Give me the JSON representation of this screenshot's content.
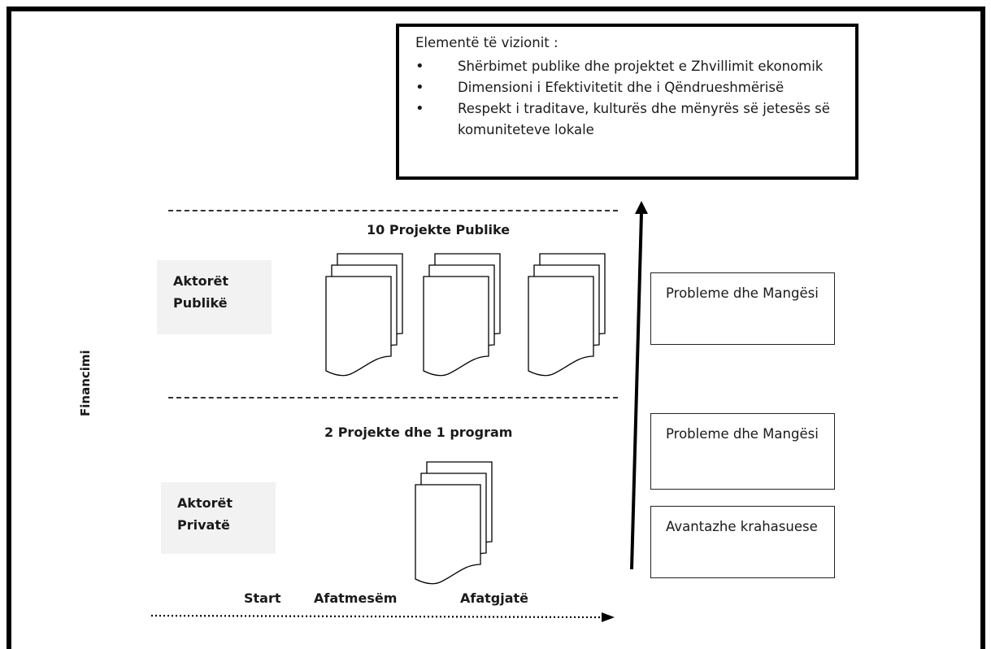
{
  "vision": {
    "title": "Elementë të vizionit :",
    "items": [
      "Shërbimet publike dhe projektet e Zhvillimit ekonomik",
      "Dimensioni i Efektivitetit dhe i Qëndrueshmërisë",
      "Respekt i traditave, kulturës dhe mënyrës së jetesës së komuniteteve  lokale"
    ]
  },
  "public_section": {
    "title": "10 Projekte Publike",
    "actor_label": "Aktorët Publikë"
  },
  "private_section": {
    "title": "2 Projekte dhe 1 program",
    "actor_label": "Aktorët Privatë"
  },
  "side_boxes": {
    "public_problems": "Probleme dhe Mangësi",
    "private_problems": "Probleme dhe Mangësi",
    "advantages": "Avantazhe krahasuese"
  },
  "y_axis_label": "Financimi",
  "timeline": {
    "start": "Start",
    "medium": "Afatmesëm",
    "long": "Afatgjatë"
  }
}
